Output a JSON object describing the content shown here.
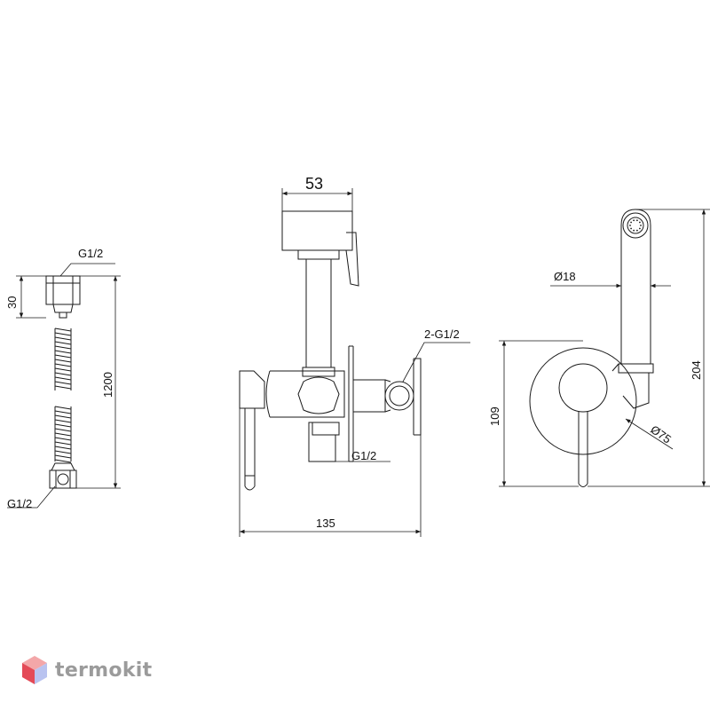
{
  "hose_view": {
    "top_thread": "G1/2",
    "fitting_length": "30",
    "hose_length": "1200",
    "bottom_thread": "G1/2"
  },
  "front_view": {
    "head_width": "53",
    "outlet_thread": "2-G1/2",
    "inlet_thread": "G1/2",
    "total_width": "135"
  },
  "side_view": {
    "handle_diameter": "Ø18",
    "height_to_lever": "109",
    "total_height": "204",
    "plate_diameter": "Ø75"
  },
  "brand": {
    "name": "termokit",
    "colors": {
      "top": "#f3a7a9",
      "left": "#e44a57",
      "right": "#b9c3f0",
      "text": "#9b9b9b"
    }
  }
}
